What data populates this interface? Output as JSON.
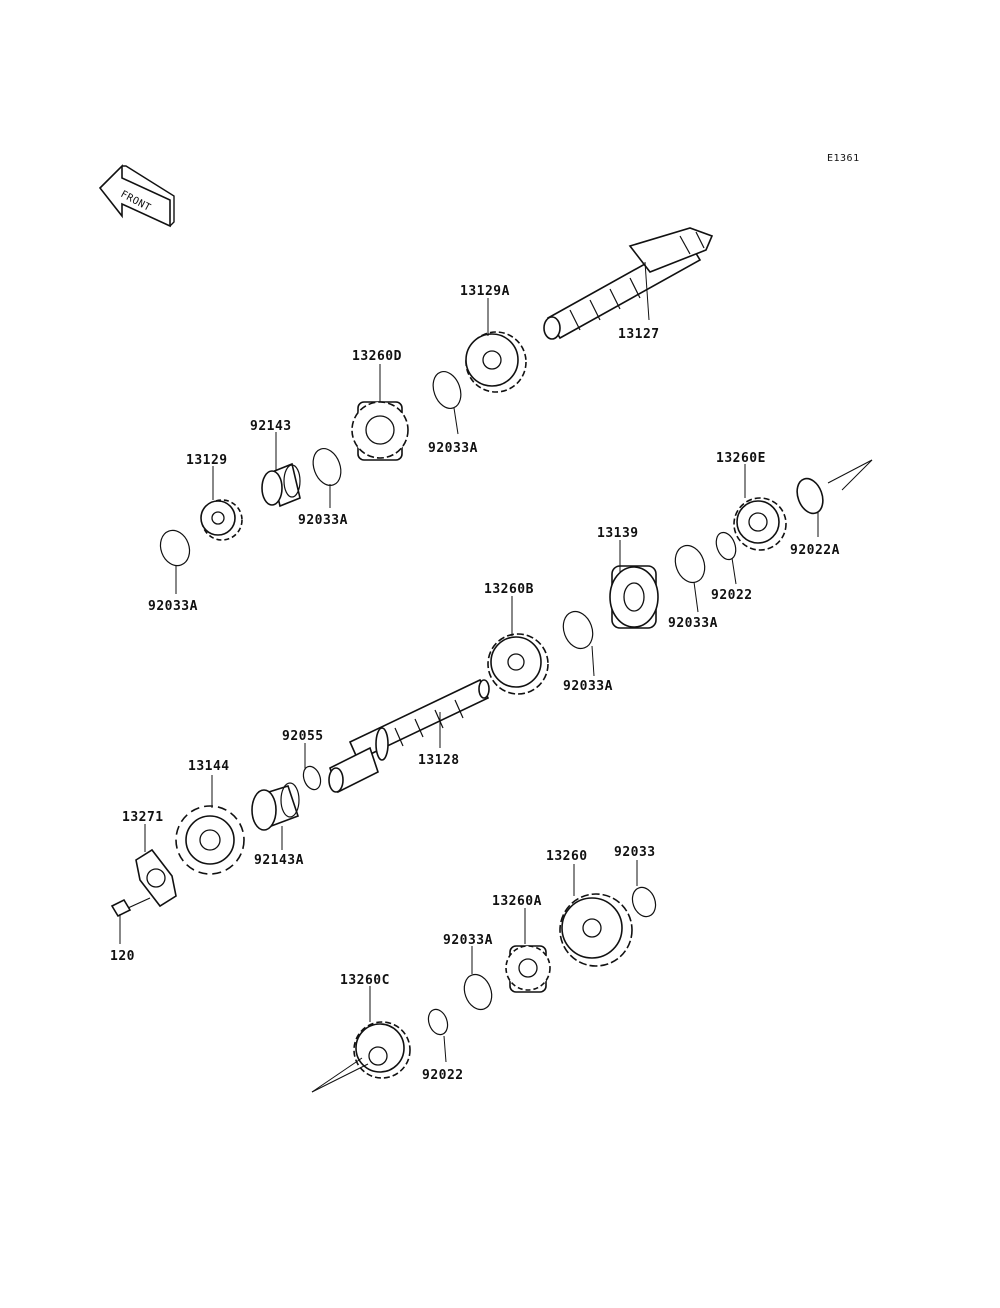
{
  "diagram_code": "E1361",
  "front_label": "FRONT",
  "labels": {
    "p13127": "13127",
    "p13129A": "13129A",
    "p13260D": "13260D",
    "p92033A_1": "92033A",
    "p92143": "92143",
    "p13129": "13129",
    "p92033A_2": "92033A",
    "p92033A_3": "92033A",
    "p13260E": "13260E",
    "p92022A": "92022A",
    "p13139": "13139",
    "p92022_1": "92022",
    "p92033A_4": "92033A",
    "p13260B": "13260B",
    "p92033A_5": "92033A",
    "p92055": "92055",
    "p13128": "13128",
    "p13144": "13144",
    "p13271": "13271",
    "p92143A": "92143A",
    "p120": "120",
    "p13260": "13260",
    "p92033": "92033",
    "p13260A": "13260A",
    "p92033A_6": "92033A",
    "p13260C": "13260C",
    "p92022_2": "92022"
  }
}
